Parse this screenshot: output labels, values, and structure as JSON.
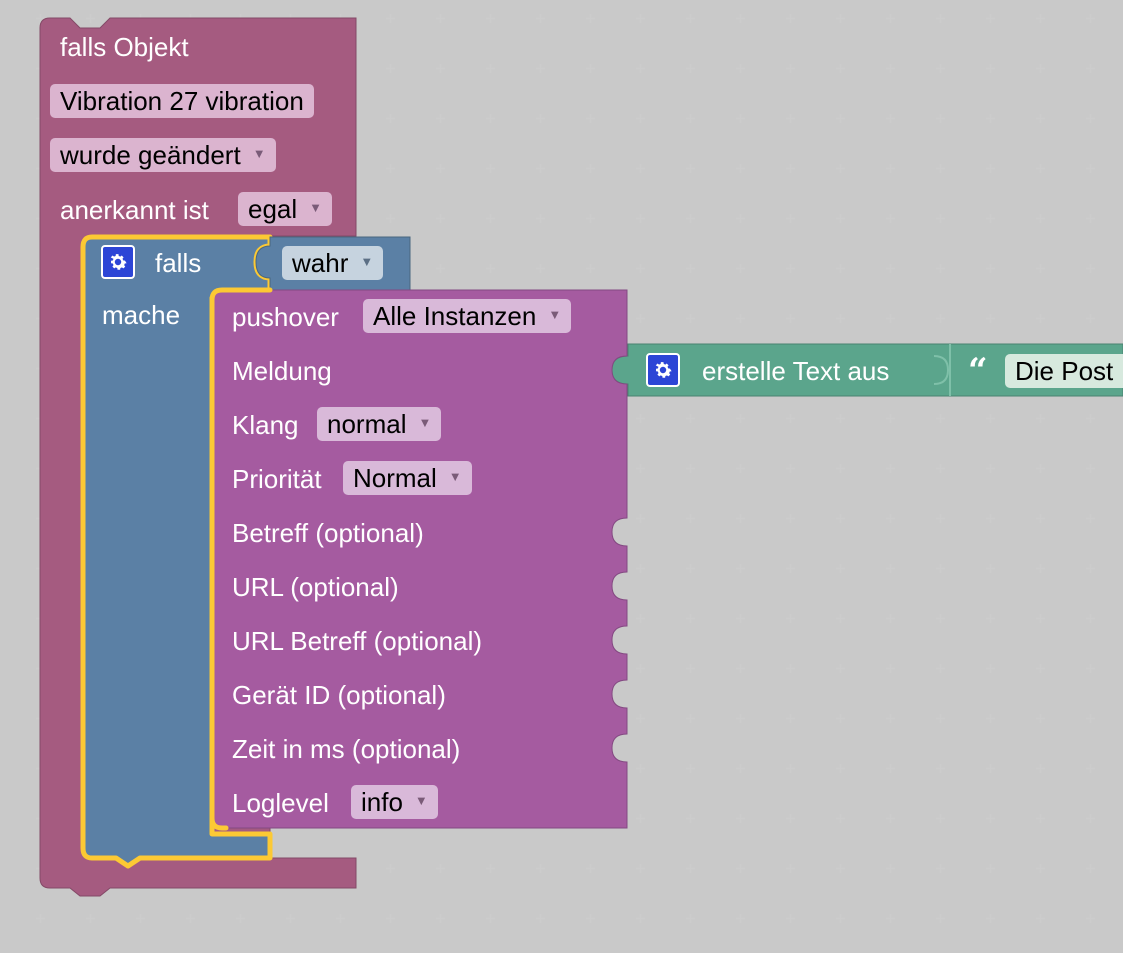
{
  "outer_block": {
    "title": "falls Objekt",
    "object_field": "Vibration 27 vibration",
    "trigger_field": "wurde geändert",
    "acknowledged_label": "anerkannt ist",
    "acknowledged_field": "egal",
    "color": "#a55b80"
  },
  "if_block": {
    "label": "falls",
    "condition_field": "wahr",
    "do_label": "mache",
    "color": "#5b80a5"
  },
  "pushover_block": {
    "label": "pushover",
    "instance_field": "Alle Instanzen",
    "message_label": "Meldung",
    "sound_label": "Klang",
    "sound_field": "normal",
    "priority_label": "Priorität",
    "priority_field": "Normal",
    "subject_label": "Betreff (optional)",
    "url_label": "URL (optional)",
    "url_subject_label": "URL Betreff (optional)",
    "device_label": "Gerät ID (optional)",
    "time_label": "Zeit in ms (optional)",
    "loglevel_label": "Loglevel",
    "loglevel_field": "info",
    "color": "#a55ba0"
  },
  "text_block": {
    "label": "erstelle Text aus",
    "quote_glyph": "“",
    "text_field": "Die Post",
    "color": "#5ba58c"
  },
  "icons": {
    "gear": "gear-icon",
    "dropdown": "dropdown-arrow-icon"
  },
  "highlight_color": "#fcc934"
}
